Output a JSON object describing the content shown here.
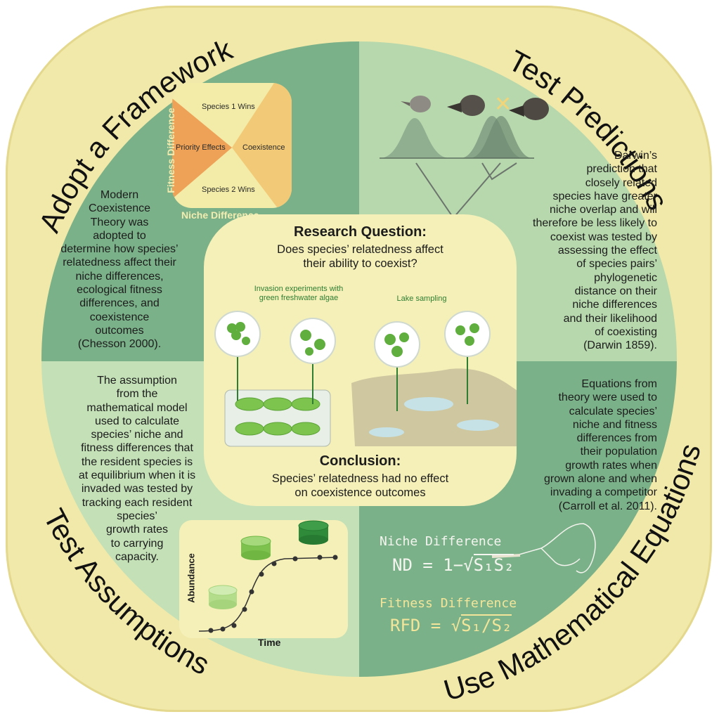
{
  "titles": {
    "top_left": "Adopt a Framework",
    "top_right": "Test Predictions",
    "bottom_left": "Test Assumptions",
    "bottom_right": "Use Mathematical Equations"
  },
  "framework": {
    "regions": [
      "Species 1 Wins",
      "Priority Effects",
      "Coexistence",
      "Species 2 Wins"
    ],
    "y_axis": "Fitness Difference",
    "x_axis": "Niche Difference"
  },
  "quadrants": {
    "tl": {
      "lines": [
        "Modern",
        "Coexistence",
        "Theory was",
        "adopted to",
        "determine how species’",
        "relatedness affect their",
        "niche differences,",
        "ecological fitness",
        "differences, and",
        "coexistence",
        "outcomes",
        "(Chesson 2000)."
      ]
    },
    "tr": {
      "lines": [
        "Darwin’s",
        "prediction that",
        "closely related",
        "species have greater",
        "niche overlap and will",
        "therefore be less likely to",
        "coexist was tested by",
        "assessing the effect",
        "of species pairs’",
        "phylogenetic",
        "distance on their",
        "niche differences",
        "and their likelihood",
        "of coexisting",
        "(Darwin 1859)."
      ]
    },
    "bl": {
      "lines": [
        "The assumption",
        "from the",
        "mathematical model",
        "used to calculate",
        "species’ niche and",
        "fitness differences that",
        "the resident species is",
        "at equilibrium when it is",
        "invaded was tested by",
        "tracking each resident",
        "species’",
        "growth rates",
        "to carrying",
        "capacity."
      ]
    },
    "br": {
      "lines": [
        "Equations from",
        "theory were used to",
        "calculate species’",
        "niche and fitness",
        "differences from",
        "their population",
        "growth rates when",
        "grown alone and when",
        "invading a competitor",
        "(Carroll et al. 2011)."
      ]
    }
  },
  "center": {
    "question_title": "Research Question:",
    "question_lines": [
      "Does species’ relatedness affect",
      "their ability to coexist?"
    ],
    "lab_label_lines": [
      "Invasion experiments with",
      "green freshwater algae"
    ],
    "lake_label": "Lake sampling",
    "conclusion_title": "Conclusion:",
    "conclusion_lines": [
      "Species’ relatedness had no effect",
      "on coexistence outcomes"
    ]
  },
  "equations": {
    "nd_title": "Niche Difference",
    "nd_lhs": "ND = 1−",
    "nd_rhs": "S₁S₂",
    "rfd_title": "Fitness Difference",
    "rfd_lhs": "RFD = ",
    "rfd_rhs": "S₁/S₂"
  },
  "growth_chart": {
    "y_label": "Abundance",
    "x_label": "Time"
  },
  "colors": {
    "ring": "#f1e9a9",
    "dark_green": "#7bb189",
    "light_green": "#bcdcb2",
    "panel": "#f5f0b8",
    "orange": "#eda257",
    "light_orange": "#f2c977",
    "chalk_yellow": "#f3e59a"
  }
}
